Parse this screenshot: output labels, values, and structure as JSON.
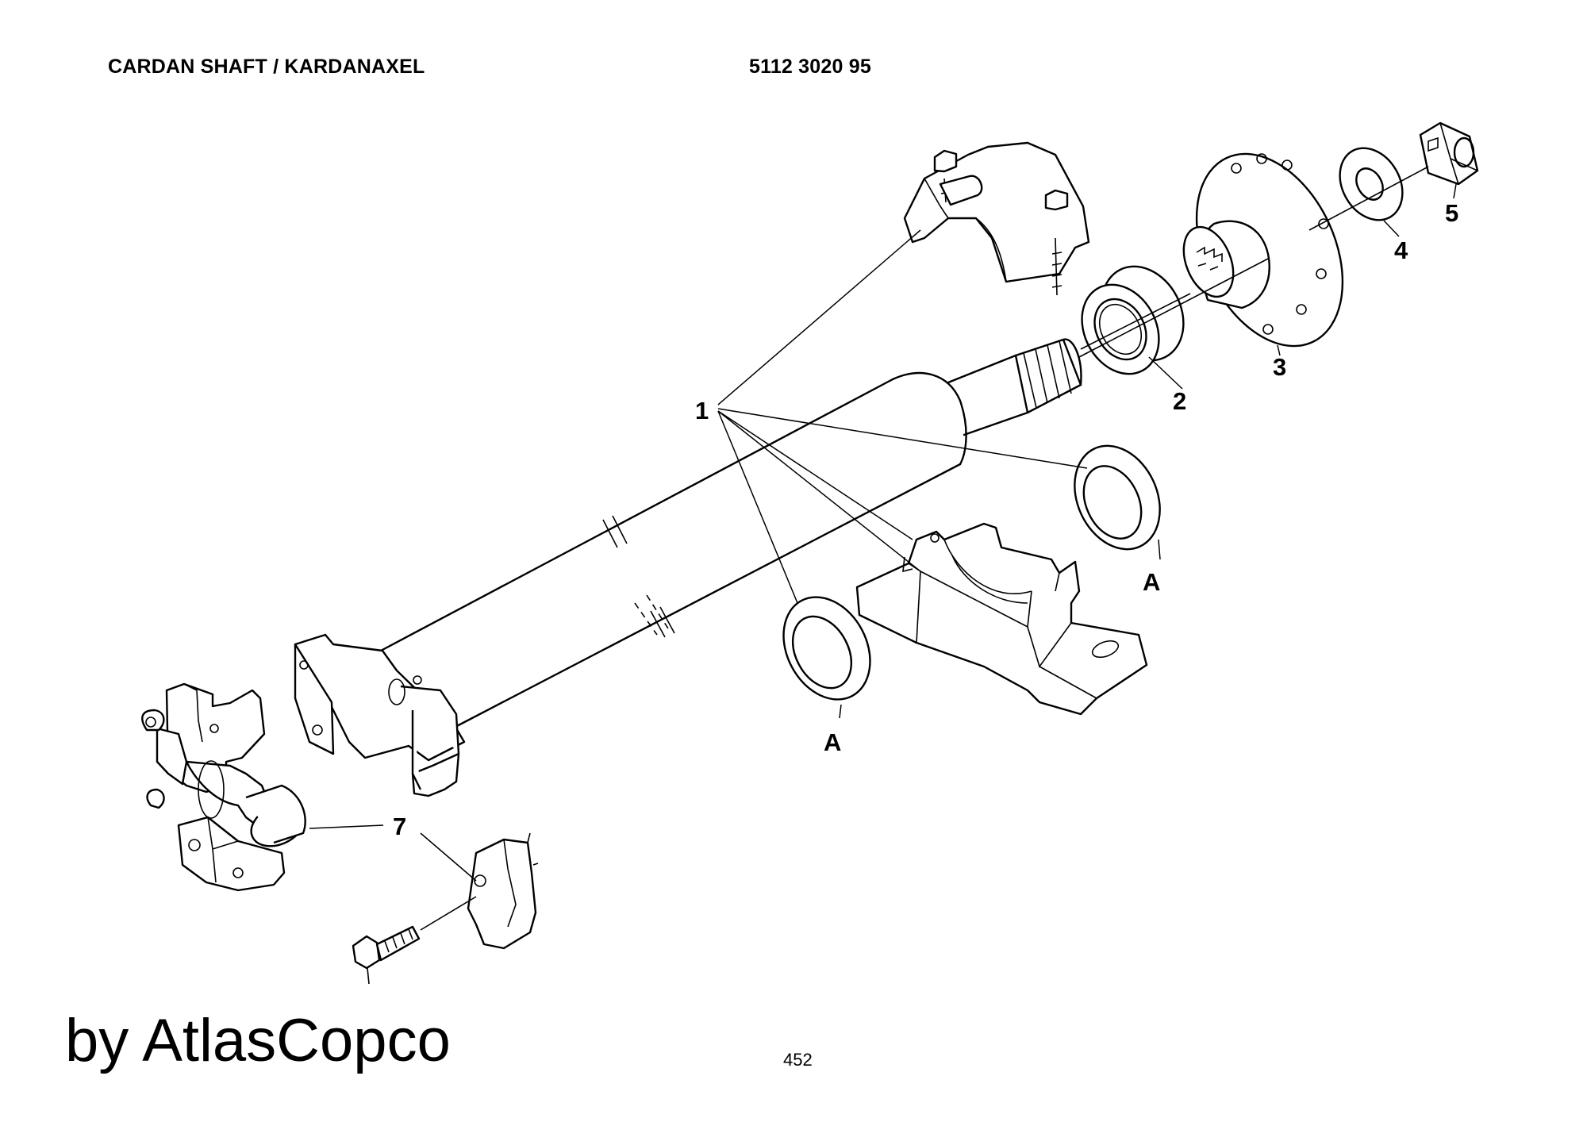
{
  "header": {
    "title": "CARDAN SHAFT / KARDANAXEL",
    "part_number": "5112 3020 95"
  },
  "callouts": [
    "1",
    "2",
    "3",
    "4",
    "5",
    "7",
    "A",
    "A"
  ],
  "footer": {
    "brand": "by AtlasCopco",
    "page_number": "452"
  }
}
